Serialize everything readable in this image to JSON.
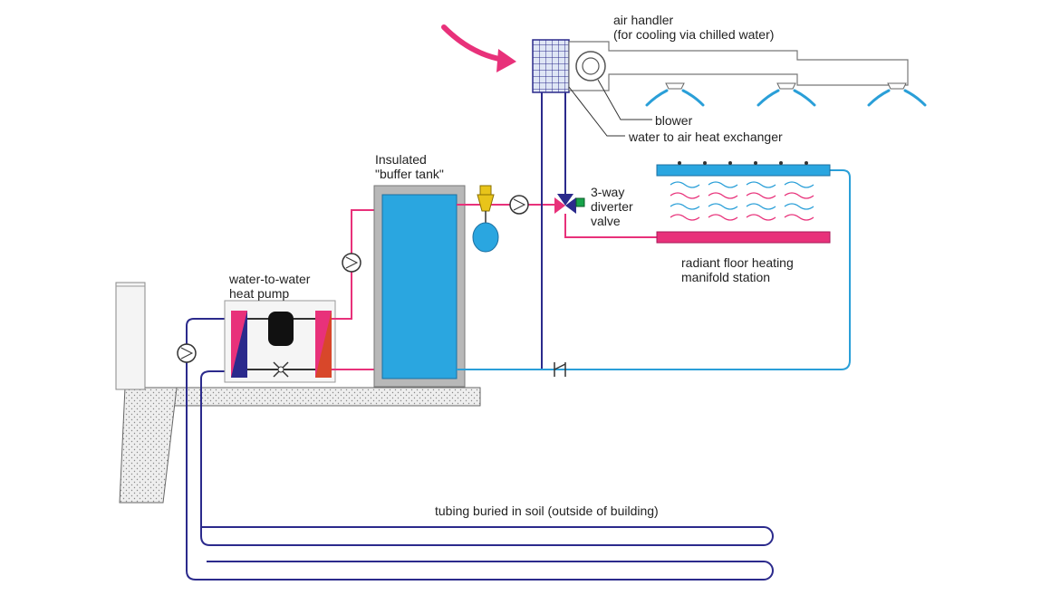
{
  "labels": {
    "air_handler": "air handler",
    "air_handler_note": "(for cooling via chilled water)",
    "blower": "blower",
    "heat_exchanger": "water to air heat exchanger",
    "buffer_tank_1": "Insulated",
    "buffer_tank_2": "\"buffer tank\"",
    "diverter_1": "3-way",
    "diverter_2": "diverter",
    "diverter_3": "valve",
    "radiant_1": "radiant floor heating",
    "radiant_2": "manifold station",
    "heat_pump_1": "water-to-water",
    "heat_pump_2": "heat pump",
    "tubing": "tubing buried in soil (outside of building)"
  },
  "colors": {
    "hot": "#e8317a",
    "chilled": "#2b2a8c",
    "return": "#2a9fd8",
    "tank_fill": "#2aa6e0",
    "tank_insulation": "#b8b8b8",
    "valve_green": "#17a34a",
    "arrow": "#e8317a",
    "air_arrow": "#2a9fd8"
  }
}
